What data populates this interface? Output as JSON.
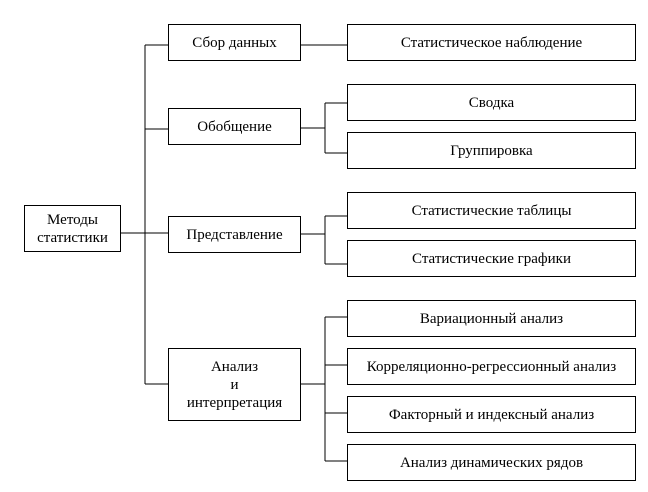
{
  "root": {
    "label": "Методы\nстатистики"
  },
  "stages": [
    {
      "label": "Сбор данных",
      "methods": [
        "Статистическое наблюдение"
      ]
    },
    {
      "label": "Обобщение",
      "methods": [
        "Сводка",
        "Группировка"
      ]
    },
    {
      "label": "Представление",
      "methods": [
        "Статистические таблицы",
        "Статистические графики"
      ]
    },
    {
      "label": "Анализ\nи\nинтерпретация",
      "methods": [
        "Вариационный анализ",
        "Корреляционно-регрессионный анализ",
        "Факторный и индексный анализ",
        "Анализ динамических рядов"
      ]
    }
  ],
  "colors": {
    "stroke": "#000000",
    "fill": "#ffffff"
  }
}
